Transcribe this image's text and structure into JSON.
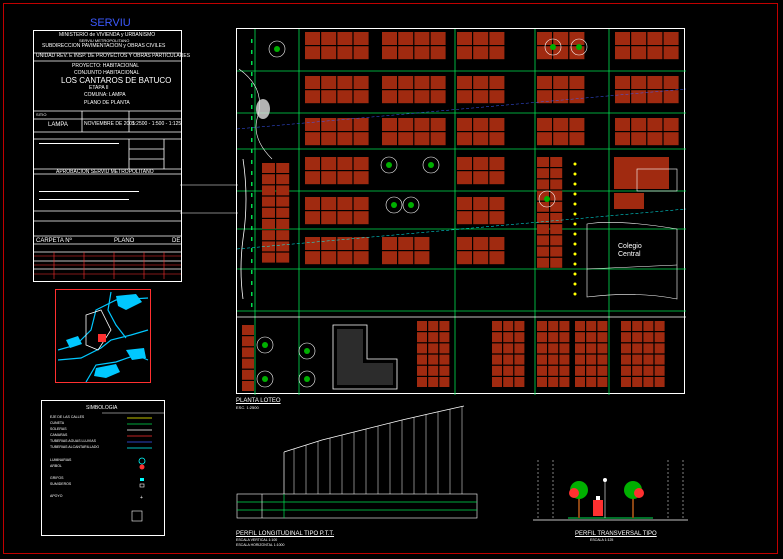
{
  "title_block": {
    "agency": "SERVIU",
    "ministry_line1": "MINISTERIO de VIVIENDA y URBANISMO",
    "ministry_line2": "SERVIU METROPOLITANO",
    "dept_line": "SUBDIRECCION PAVIMENTACION y OBRAS CIVILES",
    "unit_line": "UNIDAD REV. E INSP. DE PROYECTOS Y OBRAS PARTICULARES",
    "project_label": "PROYECTO: HABITACIONAL",
    "conjunto": "CONJUNTO HABITACIONAL",
    "project_name": "LOS CANTAROS DE BATUCO",
    "stage": "ETAPA II",
    "commune": "COMUNA: LAMPA",
    "plan_label": "PLANO DE PLANTA",
    "site_label": "SITIO",
    "site_value": "LAMPA",
    "date_value": "NOVIEMBRE DE 2005",
    "scale_value": "1:2500 - 1:500 - 1:125",
    "approval": "APROBACION SERVIU METROPOLITANO",
    "carpeta_label": "CARPETA Nº",
    "plano_label": "PLANO",
    "de_label": "DE"
  },
  "legend": {
    "title": "SIMBOLOGIA",
    "rows": [
      "EJE DE LAS CALLES",
      "CUNETA",
      "SOLERAS",
      "CAMARAS",
      "TUBERIAS AGUAS LLUVIAS",
      "TUBERIAS ALCANTARILLADO",
      "LUMINARIAS",
      "ARBOL",
      "GRIFOS",
      "SUMIDEROS",
      "APOYO"
    ]
  },
  "plan": {
    "school_label": "Colegio Central",
    "title": "PLANTA LOTEO",
    "scale": "ESC. 1:2500"
  },
  "profiles": {
    "long_title": "PERFIL LONGITUDINAL TIPO P.T.T.",
    "long_sub1": "ESCALA VERTICAL 1:100",
    "long_sub2": "ESCALA HORIZONTAL 1:1000",
    "trans_title": "PERFIL TRANSVERSAL TIPO",
    "trans_sub": "ESCALA 1:125"
  },
  "colors": {
    "border": "#c00000",
    "lot": "#a02a10",
    "road": "#00e050",
    "text": "#ffffff",
    "cyan": "#00ffff"
  }
}
